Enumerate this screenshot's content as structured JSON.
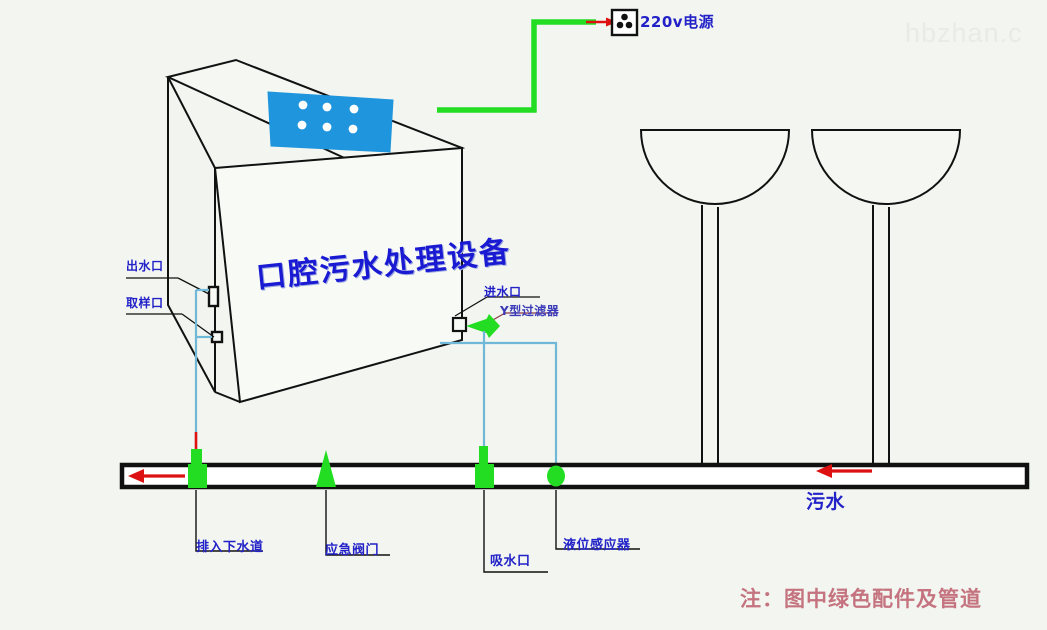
{
  "diagram": {
    "title_on_machine": "口腔污水处理设备",
    "watermark": "hbzhan.c",
    "note": "注：图中绿色配件及管道",
    "power_label": "220v电源",
    "sewage_label": "污水",
    "machine_labels": {
      "outlet": "出水口",
      "sampling": "取样口",
      "inlet": "进水口",
      "y_filter": "Y型过滤器"
    },
    "pipe_labels": {
      "drain": "排入下水道",
      "emergency_valve": "应急阀门",
      "suction": "吸水口",
      "level_sensor": "液位感应器"
    },
    "colors": {
      "background": "#f2f5f0",
      "label_blue": "#2222c8",
      "machine_text_blue": "#1a1ad2",
      "panel_blue": "#1f95dd",
      "green_pipe": "#22dd22",
      "green_component": "#22dd22",
      "red_arrow": "#dd1111",
      "water_pipe_blue": "#6fb8d8",
      "note_pink": "#c4737f",
      "outline": "#111111"
    },
    "components": [
      {
        "name": "control-panel-dots",
        "count": 6
      },
      {
        "name": "sink-basin",
        "count": 2
      }
    ]
  }
}
